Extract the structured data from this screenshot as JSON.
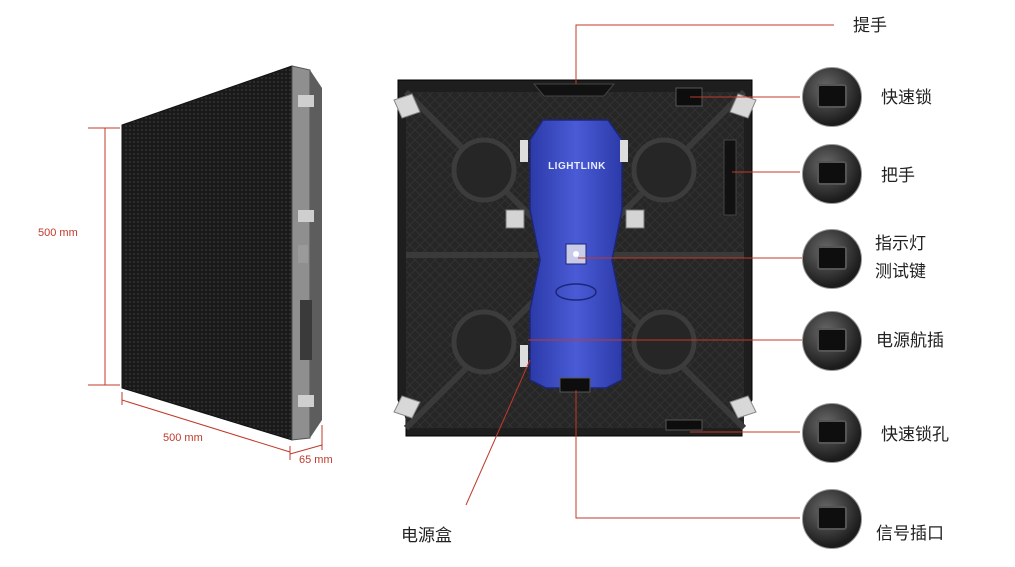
{
  "dimensions": {
    "height": "500 mm",
    "width": "500 mm",
    "depth": "65 mm"
  },
  "callouts": {
    "handle_top": "提手",
    "quick_lock": "快速锁",
    "handle_side": "把手",
    "indicator_line1": "指示灯",
    "indicator_line2": "测试键",
    "power_plug": "电源航插",
    "quick_lock_hole": "快速锁孔",
    "signal_port": "信号插口",
    "power_box": "电源盒"
  },
  "brand": "LIGHTLINK",
  "colors": {
    "leader_line": "#c0392b",
    "cabinet": "#2b2b2b",
    "power_box": "#3f51c6"
  }
}
